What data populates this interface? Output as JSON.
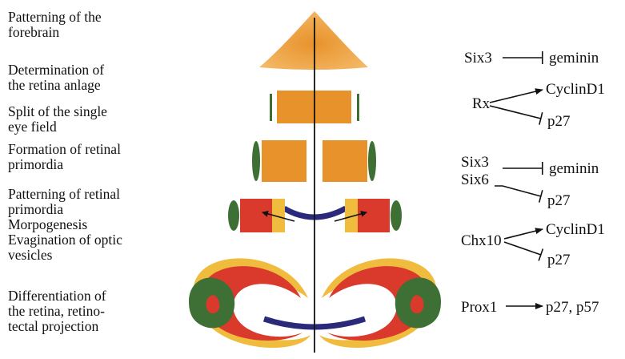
{
  "colors": {
    "orange": "#E8922B",
    "light_orange": "#F4B05A",
    "red": "#D93A2B",
    "yellow": "#EFBC3E",
    "green": "#3E6F35",
    "navy": "#2B2A7A",
    "line": "#111111"
  },
  "stages": [
    {
      "lines": [
        "Patterning of the",
        "forebrain"
      ]
    },
    {
      "lines": [
        "Determination of",
        "the retina anlage"
      ]
    },
    {
      "lines": [
        "Split of the single",
        "eye field"
      ]
    },
    {
      "lines": [
        "Formation of retinal",
        "primordia"
      ]
    },
    {
      "lines": [
        "Patterning of retinal",
        "primordia"
      ]
    },
    {
      "lines": [
        "Morpogenesis"
      ]
    },
    {
      "lines": [
        "Evagination of optic",
        "vesicles"
      ]
    },
    {
      "lines": [
        "Differentiation of",
        "the retina, retino-",
        "tectal projection"
      ]
    }
  ],
  "genes": {
    "g1": {
      "source": "Six3",
      "target": "geminin"
    },
    "g2": {
      "source": "Rx",
      "target_a": "CyclinD1",
      "target_b": "p27"
    },
    "g3": {
      "source_a": "Six3",
      "source_b": "Six6",
      "target_a": "geminin",
      "target_b": "p27"
    },
    "g4": {
      "source": "Chx10",
      "target_a": "CyclinD1",
      "target_b": "p27"
    },
    "g5": {
      "source": "Prox1",
      "target": "p27, p57"
    }
  }
}
